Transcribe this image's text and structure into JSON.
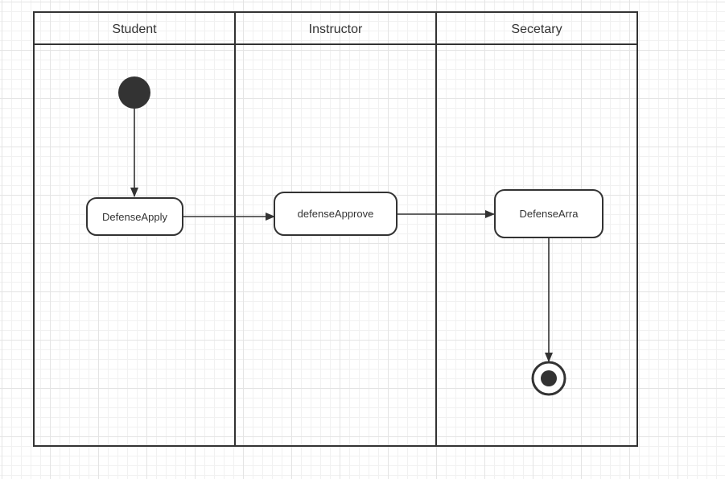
{
  "diagram": {
    "type": "activity-swimlane",
    "lanes": [
      {
        "id": "student",
        "title": "Student"
      },
      {
        "id": "instructor",
        "title": "Instructor"
      },
      {
        "id": "secretary",
        "title": "Secetary"
      }
    ],
    "nodes": {
      "initial": {
        "kind": "initial-node",
        "lane": "student"
      },
      "apply": {
        "kind": "action",
        "lane": "student",
        "label": "DefenseApply"
      },
      "approve": {
        "kind": "action",
        "lane": "instructor",
        "label": "defenseApprove"
      },
      "arrange": {
        "kind": "action",
        "lane": "secretary",
        "label": "DefenseArra"
      },
      "final": {
        "kind": "final-node",
        "lane": "secretary"
      }
    },
    "edges": [
      {
        "from": "initial",
        "to": "apply"
      },
      {
        "from": "apply",
        "to": "approve"
      },
      {
        "from": "approve",
        "to": "arrange"
      },
      {
        "from": "arrange",
        "to": "final"
      }
    ],
    "colors": {
      "stroke": "#333333",
      "fill_dark": "#333333",
      "node_fill": "#ffffff",
      "text": "#333333",
      "grid_major": "#e4e4e4",
      "grid_minor": "#f1f1f1"
    }
  }
}
